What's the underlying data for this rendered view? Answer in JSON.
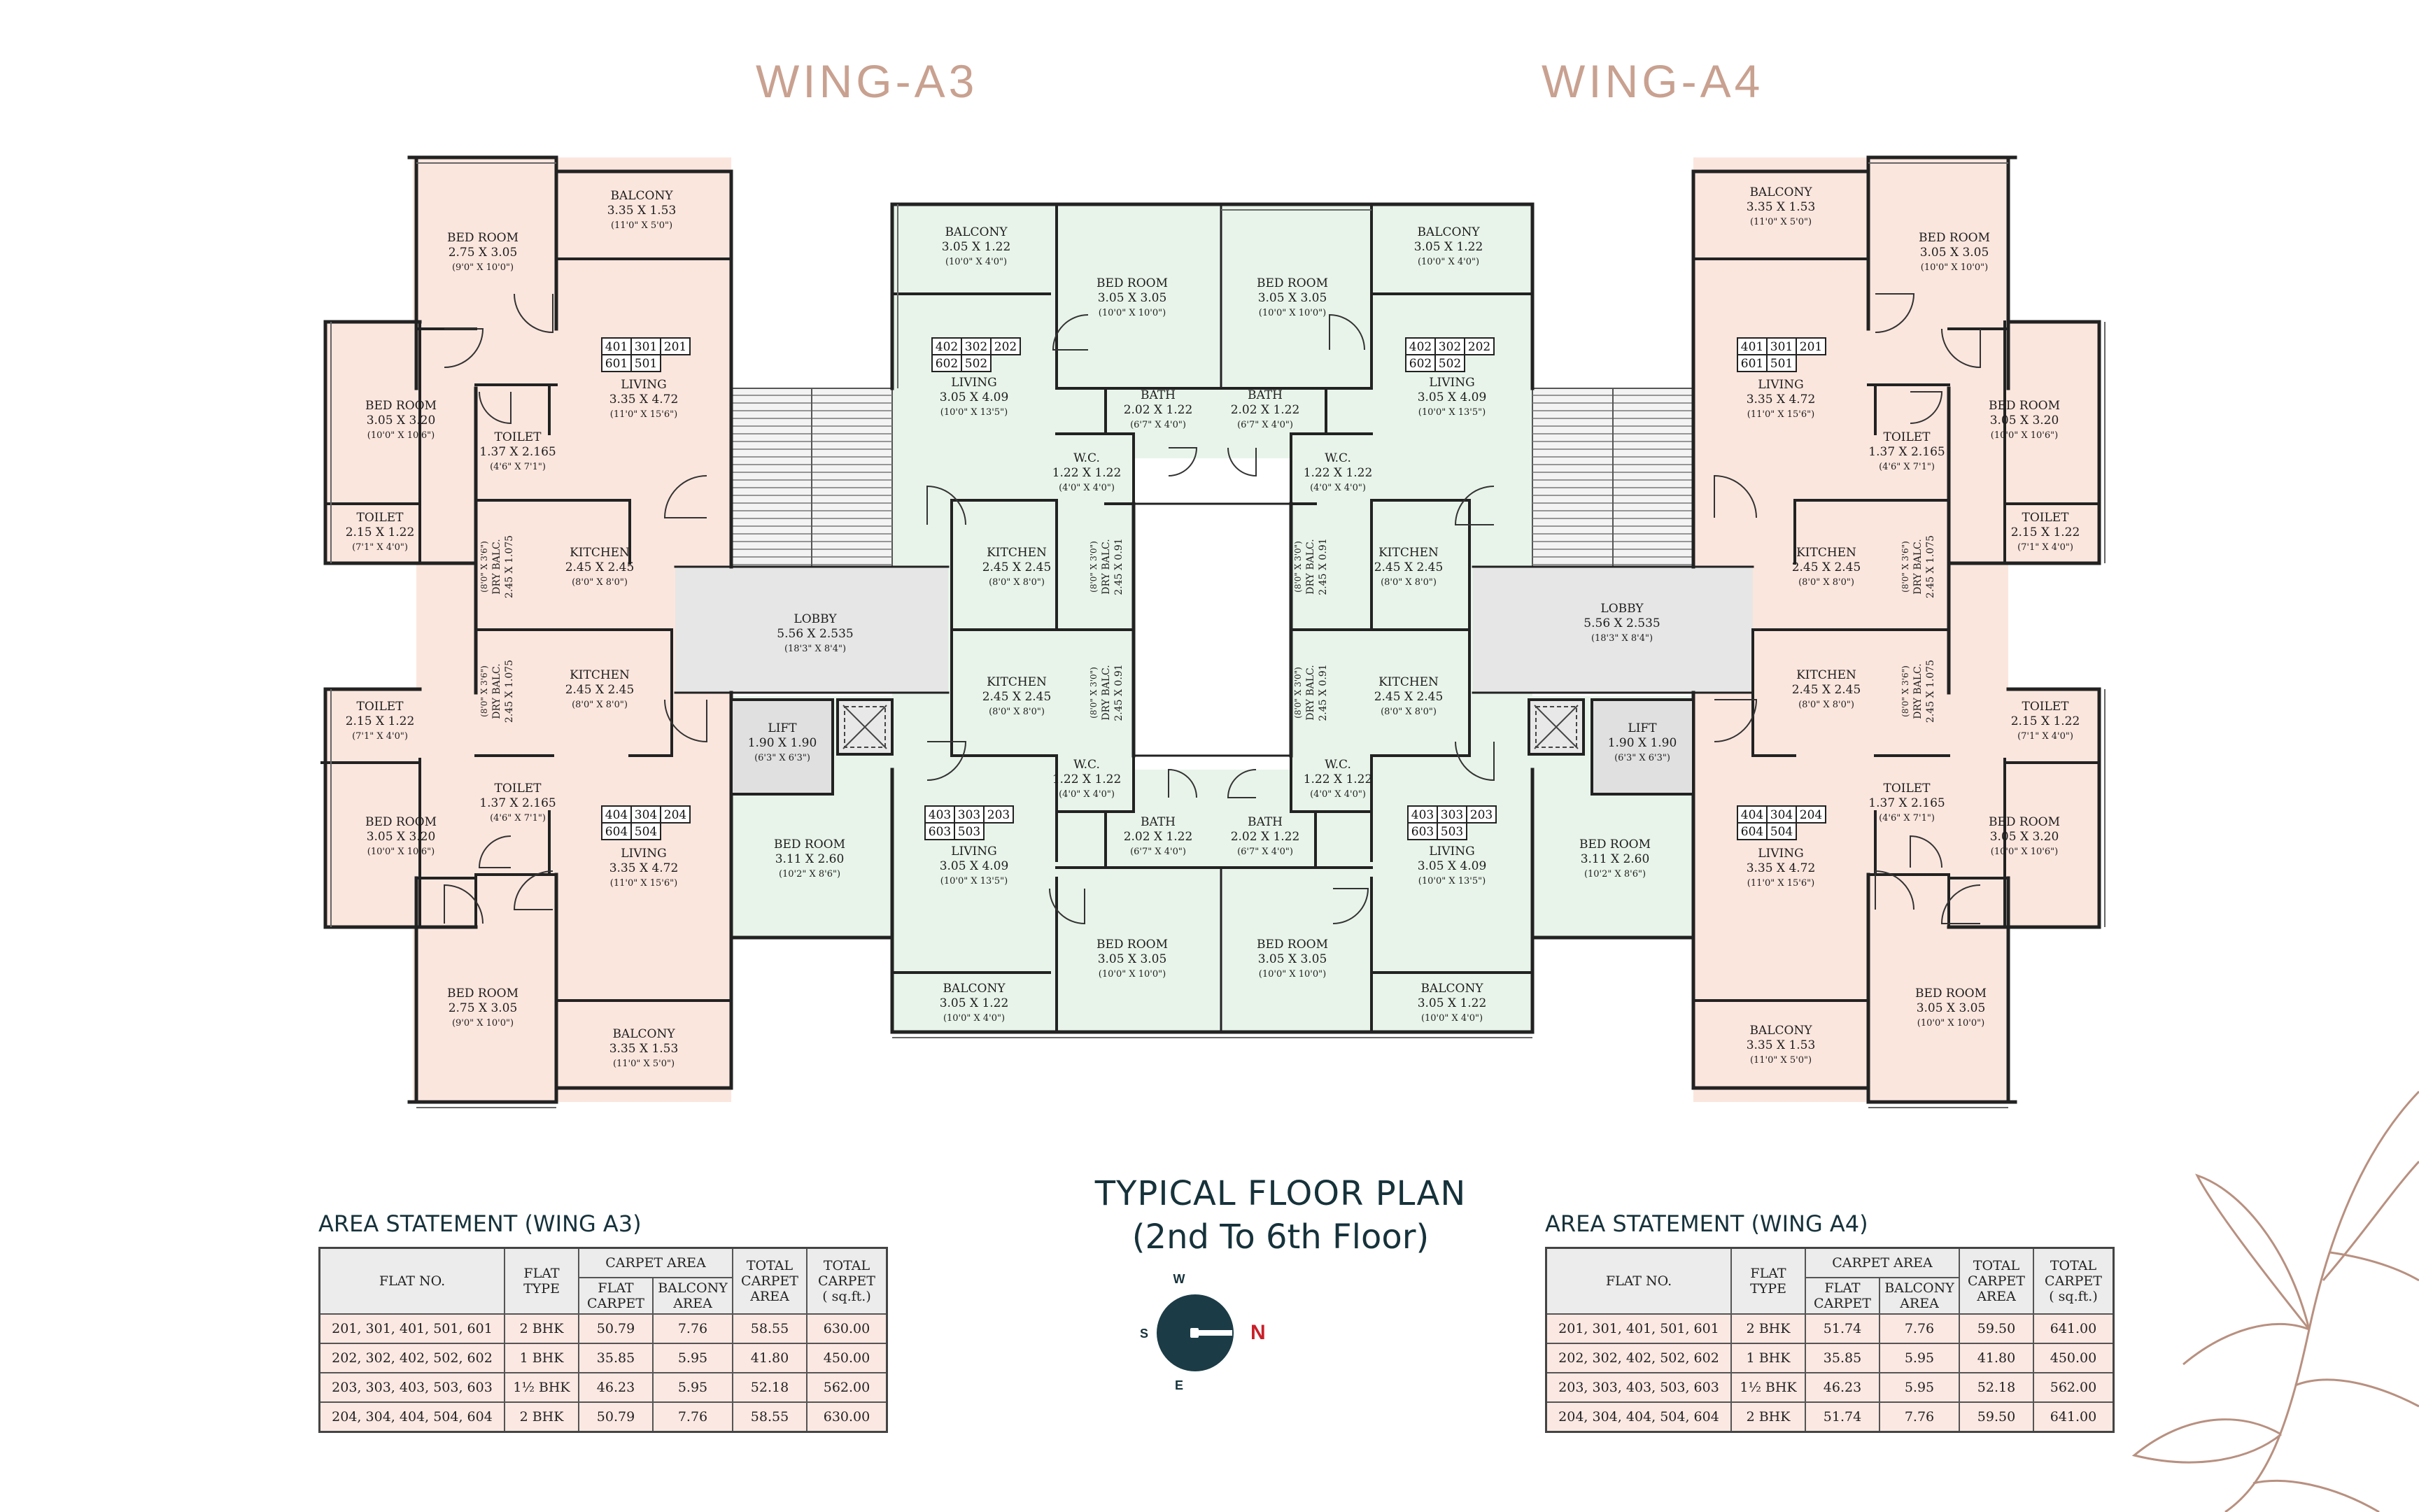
{
  "wing_titles": {
    "a3": "WING-A3",
    "a4": "WING-A4"
  },
  "main_title": {
    "line1": "TYPICAL FLOOR PLAN",
    "line2": "(2nd To 6th Floor)"
  },
  "compass": {
    "n": "N",
    "s": "S",
    "e": "E",
    "w": "W"
  },
  "colors": {
    "flat_2bhk": "#fbe6de",
    "flat_1bhk": "#e8f4ea",
    "lobby": "#e6e6e6",
    "walls": "#222222",
    "title_accent": "#c9a190",
    "dark_text": "#16323b"
  },
  "rooms": [
    {
      "id": "a3t-bed-top",
      "l1": "BED ROOM",
      "l2": "2.75 X 3.05",
      "l3": "(9'0\" X 10'0\")"
    },
    {
      "id": "a3t-balcony",
      "l1": "BALCONY",
      "l2": "3.35 X 1.53",
      "l3": "(11'0\" X 5'0\")"
    },
    {
      "id": "a3t-bed-left",
      "l1": "BED ROOM",
      "l2": "3.05 X 3.20",
      "l3": "(10'0\" X 10'6\")"
    },
    {
      "id": "a3t-living",
      "l1": "LIVING",
      "l2": "3.35 X 4.72",
      "l3": "(11'0\" X 15'6\")"
    },
    {
      "id": "a3t-toilet",
      "l1": "TOILET",
      "l2": "1.37 X 2.165",
      "l3": "(4'6\" X 7'1\")"
    },
    {
      "id": "a3t-toilet-small",
      "l1": "TOILET",
      "l2": "2.15 X 1.22",
      "l3": "(7'1\" X 4'0\")"
    },
    {
      "id": "a3t-kitchen",
      "l1": "KITCHEN",
      "l2": "2.45 X 2.45",
      "l3": "(8'0\" X 8'0\")"
    },
    {
      "id": "a3b-kitchen",
      "l1": "KITCHEN",
      "l2": "2.45 X 2.45",
      "l3": "(8'0\" X 8'0\")"
    },
    {
      "id": "a3b-toilet-small",
      "l1": "TOILET",
      "l2": "2.15 X 1.22",
      "l3": "(7'1\" X 4'0\")"
    },
    {
      "id": "a3b-bed-left",
      "l1": "BED ROOM",
      "l2": "3.05 X 3.20",
      "l3": "(10'0\" X 10'6\")"
    },
    {
      "id": "a3b-toilet",
      "l1": "TOILET",
      "l2": "1.37 X 2.165",
      "l3": "(4'6\" X 7'1\")"
    },
    {
      "id": "a3b-living",
      "l1": "LIVING",
      "l2": "3.35 X 4.72",
      "l3": "(11'0\" X 15'6\")"
    },
    {
      "id": "a3b-bed-bottom",
      "l1": "BED ROOM",
      "l2": "2.75 X 3.05",
      "l3": "(9'0\" X 10'0\")"
    },
    {
      "id": "a3b-balcony",
      "l1": "BALCONY",
      "l2": "3.35 X 1.53",
      "l3": "(11'0\" X 5'0\")"
    },
    {
      "id": "a3-lobby",
      "l1": "LOBBY",
      "l2": "5.56 X 2.535",
      "l3": "(18'3\" X 8'4\")"
    },
    {
      "id": "a3-lift",
      "l1": "LIFT",
      "l2": "1.90 X 1.90",
      "l3": "(6'3\" X 6'3\")"
    },
    {
      "id": "a3-bed-lobby",
      "l1": "BED ROOM",
      "l2": "3.11 X 2.60",
      "l3": "(10'2\" X 8'6\")"
    },
    {
      "id": "c1-balcony-top",
      "l1": "BALCONY",
      "l2": "3.05 X 1.22",
      "l3": "(10'0\" X 4'0\")"
    },
    {
      "id": "c1-living-top",
      "l1": "LIVING",
      "l2": "3.05 X 4.09",
      "l3": "(10'0\" X 13'5\")"
    },
    {
      "id": "c1-bed-top",
      "l1": "BED ROOM",
      "l2": "3.05 X 3.05",
      "l3": "(10'0\" X 10'0\")"
    },
    {
      "id": "c1-bath-top",
      "l1": "BATH",
      "l2": "2.02 X 1.22",
      "l3": "(6'7\" X 4'0\")"
    },
    {
      "id": "c1-wc-top",
      "l1": "W.C.",
      "l2": "1.22 X 1.22",
      "l3": "(4'0\" X 4'0\")"
    },
    {
      "id": "c1-kitchen-top",
      "l1": "KITCHEN",
      "l2": "2.45 X 2.45",
      "l3": "(8'0\" X 8'0\")"
    },
    {
      "id": "c1-kitchen-bottom",
      "l1": "KITCHEN",
      "l2": "2.45 X 2.45",
      "l3": "(8'0\" X 8'0\")"
    },
    {
      "id": "c1-wc-bottom",
      "l1": "W.C.",
      "l2": "1.22 X 1.22",
      "l3": "(4'0\" X 4'0\")"
    },
    {
      "id": "c1-living-bottom",
      "l1": "LIVING",
      "l2": "3.05 X 4.09",
      "l3": "(10'0\" X 13'5\")"
    },
    {
      "id": "c1-bath-bottom",
      "l1": "BATH",
      "l2": "2.02 X 1.22",
      "l3": "(6'7\" X 4'0\")"
    },
    {
      "id": "c1-bed-bottom",
      "l1": "BED ROOM",
      "l2": "3.05 X 3.05",
      "l3": "(10'0\" X 10'0\")"
    },
    {
      "id": "c1-balcony-bottom",
      "l1": "BALCONY",
      "l2": "3.05 X 1.22",
      "l3": "(10'0\" X 4'0\")"
    },
    {
      "id": "c2-bed-top",
      "l1": "BED ROOM",
      "l2": "3.05 X 3.05",
      "l3": "(10'0\" X 10'0\")"
    },
    {
      "id": "c2-balcony-top",
      "l1": "BALCONY",
      "l2": "3.05 X 1.22",
      "l3": "(10'0\" X 4'0\")"
    },
    {
      "id": "c2-living-top",
      "l1": "LIVING",
      "l2": "3.05 X 4.09",
      "l3": "(10'0\" X 13'5\")"
    },
    {
      "id": "c2-bath-top",
      "l1": "BATH",
      "l2": "2.02 X 1.22",
      "l3": "(6'7\" X 4'0\")"
    },
    {
      "id": "c2-wc-top",
      "l1": "W.C.",
      "l2": "1.22 X 1.22",
      "l3": "(4'0\" X 4'0\")"
    },
    {
      "id": "c2-kitchen-top",
      "l1": "KITCHEN",
      "l2": "2.45 X 2.45",
      "l3": "(8'0\" X 8'0\")"
    },
    {
      "id": "c2-kitchen-bottom",
      "l1": "KITCHEN",
      "l2": "2.45 X 2.45",
      "l3": "(8'0\" X 8'0\")"
    },
    {
      "id": "c2-wc-bottom",
      "l1": "W.C.",
      "l2": "1.22 X 1.22",
      "l3": "(4'0\" X 4'0\")"
    },
    {
      "id": "c2-living-bottom",
      "l1": "LIVING",
      "l2": "3.05 X 4.09",
      "l3": "(10'0\" X 13'5\")"
    },
    {
      "id": "c2-bath-bottom",
      "l1": "BATH",
      "l2": "2.02 X 1.22",
      "l3": "(6'7\" X 4'0\")"
    },
    {
      "id": "c2-bed-bottom",
      "l1": "BED ROOM",
      "l2": "3.05 X 3.05",
      "l3": "(10'0\" X 10'0\")"
    },
    {
      "id": "c2-balcony-bottom",
      "l1": "BALCONY",
      "l2": "3.05 X 1.22",
      "l3": "(10'0\" X 4'0\")"
    },
    {
      "id": "a4-lobby",
      "l1": "LOBBY",
      "l2": "5.56 X 2.535",
      "l3": "(18'3\" X 8'4\")"
    },
    {
      "id": "a4-lift",
      "l1": "LIFT",
      "l2": "1.90 X 1.90",
      "l3": "(6'3\" X 6'3\")"
    },
    {
      "id": "a4-bed-lobby",
      "l1": "BED ROOM",
      "l2": "3.11 X 2.60",
      "l3": "(10'2\" X 8'6\")"
    },
    {
      "id": "a4t-balcony",
      "l1": "BALCONY",
      "l2": "3.35 X 1.53",
      "l3": "(11'0\" X 5'0\")"
    },
    {
      "id": "a4t-bed-top",
      "l1": "BED ROOM",
      "l2": "3.05 X 3.05",
      "l3": "(10'0\" X 10'0\")"
    },
    {
      "id": "a4t-living",
      "l1": "LIVING",
      "l2": "3.35 X 4.72",
      "l3": "(11'0\" X 15'6\")"
    },
    {
      "id": "a4t-bed-right",
      "l1": "BED ROOM",
      "l2": "3.05 X 3.20",
      "l3": "(10'0\" X 10'6\")"
    },
    {
      "id": "a4t-toilet",
      "l1": "TOILET",
      "l2": "1.37 X 2.165",
      "l3": "(4'6\" X 7'1\")"
    },
    {
      "id": "a4t-toilet-small",
      "l1": "TOILET",
      "l2": "2.15 X 1.22",
      "l3": "(7'1\" X 4'0\")"
    },
    {
      "id": "a4t-kitchen",
      "l1": "KITCHEN",
      "l2": "2.45 X 2.45",
      "l3": "(8'0\" X 8'0\")"
    },
    {
      "id": "a4b-kitchen",
      "l1": "KITCHEN",
      "l2": "2.45 X 2.45",
      "l3": "(8'0\" X 8'0\")"
    },
    {
      "id": "a4b-toilet-small",
      "l1": "TOILET",
      "l2": "2.15 X 1.22",
      "l3": "(7'1\" X 4'0\")"
    },
    {
      "id": "a4b-toilet",
      "l1": "TOILET",
      "l2": "1.37 X 2.165",
      "l3": "(4'6\" X 7'1\")"
    },
    {
      "id": "a4b-bed-right",
      "l1": "BED ROOM",
      "l2": "3.05 X 3.20",
      "l3": "(10'0\" X 10'6\")"
    },
    {
      "id": "a4b-living",
      "l1": "LIVING",
      "l2": "3.35 X 4.72",
      "l3": "(11'0\" X 15'6\")"
    },
    {
      "id": "a4b-bed-bottom",
      "l1": "BED ROOM",
      "l2": "3.05 X 3.05",
      "l3": "(10'0\" X 10'0\")"
    },
    {
      "id": "a4b-balcony",
      "l1": "BALCONY",
      "l2": "3.35 X 1.53",
      "l3": "(11'0\" X 5'0\")"
    }
  ],
  "dry_balconies": [
    {
      "id": "a3t-dry",
      "l1": "DRY BALC.",
      "l2": "2.45 X 1.075",
      "l3": "(8'0\" X 3'6\")"
    },
    {
      "id": "a3b-dry",
      "l1": "DRY BALC.",
      "l2": "2.45 X 1.075",
      "l3": "(8'0\" X 3'6\")"
    },
    {
      "id": "c1-dry-top",
      "l1": "DRY BALC.",
      "l2": "2.45 X 0.91",
      "l3": "(8'0\" X 3'0\")"
    },
    {
      "id": "c1-dry-bottom",
      "l1": "DRY BALC.",
      "l2": "2.45 X 0.91",
      "l3": "(8'0\" X 3'0\")"
    },
    {
      "id": "c2-dry-top",
      "l1": "DRY BALC.",
      "l2": "2.45 X 0.91",
      "l3": "(8'0\" X 3'0\")"
    },
    {
      "id": "c2-dry-bottom",
      "l1": "DRY BALC.",
      "l2": "2.45 X 0.91",
      "l3": "(8'0\" X 3'0\")"
    },
    {
      "id": "a4t-dry",
      "l1": "DRY BALC.",
      "l2": "2.45 X 1.075",
      "l3": "(8'0\" X 3'6\")"
    },
    {
      "id": "a4b-dry",
      "l1": "DRY BALC.",
      "l2": "2.45 X 1.075",
      "l3": "(8'0\" X 3'6\")"
    }
  ],
  "flat_tags": [
    {
      "id": "a3t-tag",
      "row1": [
        "401",
        "301",
        "201"
      ],
      "row2": [
        "601",
        "501"
      ]
    },
    {
      "id": "a3b-tag",
      "row1": [
        "404",
        "304",
        "204"
      ],
      "row2": [
        "604",
        "504"
      ]
    },
    {
      "id": "c1t-tag",
      "row1": [
        "402",
        "302",
        "202"
      ],
      "row2": [
        "602",
        "502"
      ]
    },
    {
      "id": "c1b-tag",
      "row1": [
        "403",
        "303",
        "203"
      ],
      "row2": [
        "603",
        "503"
      ]
    },
    {
      "id": "c2t-tag",
      "row1": [
        "402",
        "302",
        "202"
      ],
      "row2": [
        "602",
        "502"
      ]
    },
    {
      "id": "c2b-tag",
      "row1": [
        "403",
        "303",
        "203"
      ],
      "row2": [
        "603",
        "503"
      ]
    },
    {
      "id": "a4t-tag",
      "row1": [
        "401",
        "301",
        "201"
      ],
      "row2": [
        "601",
        "501"
      ]
    },
    {
      "id": "a4b-tag",
      "row1": [
        "404",
        "304",
        "204"
      ],
      "row2": [
        "604",
        "504"
      ]
    }
  ],
  "area_statements": [
    {
      "title": "AREA STATEMENT (WING A3)",
      "headers": {
        "flat_no": "FLAT NO.",
        "flat_type": [
          "FLAT",
          "TYPE"
        ],
        "carpet_area": "CARPET AREA",
        "flat_carpet": [
          "FLAT",
          "CARPET"
        ],
        "balcony_area": [
          "BALCONY",
          "AREA"
        ],
        "total_carpet_area": [
          "TOTAL",
          "CARPET",
          "AREA"
        ],
        "total_carpet_sqft": [
          "TOTAL",
          "CARPET",
          "( sq.ft.)"
        ]
      },
      "rows": [
        {
          "flat_no": "201, 301, 401, 501, 601",
          "type": "2 BHK",
          "flat_carpet": "50.79",
          "balcony": "7.76",
          "total": "58.55",
          "sqft": "630.00"
        },
        {
          "flat_no": "202, 302, 402, 502, 602",
          "type": "1 BHK",
          "flat_carpet": "35.85",
          "balcony": "5.95",
          "total": "41.80",
          "sqft": "450.00"
        },
        {
          "flat_no": "203, 303, 403, 503, 603",
          "type": "1½ BHK",
          "flat_carpet": "46.23",
          "balcony": "5.95",
          "total": "52.18",
          "sqft": "562.00"
        },
        {
          "flat_no": "204, 304, 404, 504, 604",
          "type": "2 BHK",
          "flat_carpet": "50.79",
          "balcony": "7.76",
          "total": "58.55",
          "sqft": "630.00"
        }
      ]
    },
    {
      "title": "AREA STATEMENT (WING A4)",
      "headers": {
        "flat_no": "FLAT NO.",
        "flat_type": [
          "FLAT",
          "TYPE"
        ],
        "carpet_area": "CARPET AREA",
        "flat_carpet": [
          "FLAT",
          "CARPET"
        ],
        "balcony_area": [
          "BALCONY",
          "AREA"
        ],
        "total_carpet_area": [
          "TOTAL",
          "CARPET",
          "AREA"
        ],
        "total_carpet_sqft": [
          "TOTAL",
          "CARPET",
          "( sq.ft.)"
        ]
      },
      "rows": [
        {
          "flat_no": "201, 301, 401, 501, 601",
          "type": "2 BHK",
          "flat_carpet": "51.74",
          "balcony": "7.76",
          "total": "59.50",
          "sqft": "641.00"
        },
        {
          "flat_no": "202, 302, 402, 502, 602",
          "type": "1 BHK",
          "flat_carpet": "35.85",
          "balcony": "5.95",
          "total": "41.80",
          "sqft": "450.00"
        },
        {
          "flat_no": "203, 303, 403, 503, 603",
          "type": "1½ BHK",
          "flat_carpet": "46.23",
          "balcony": "5.95",
          "total": "52.18",
          "sqft": "562.00"
        },
        {
          "flat_no": "204, 304, 404, 504, 604",
          "type": "2 BHK",
          "flat_carpet": "51.74",
          "balcony": "7.76",
          "total": "59.50",
          "sqft": "641.00"
        }
      ]
    }
  ]
}
